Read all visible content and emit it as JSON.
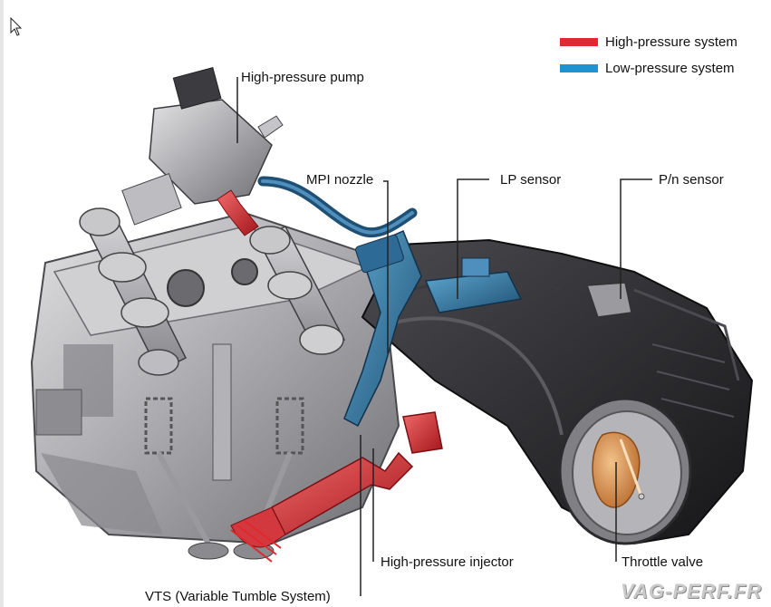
{
  "legend": {
    "high_pressure": {
      "label": "High-pressure system",
      "color": "#e0282f"
    },
    "low_pressure": {
      "label": "Low-pressure system",
      "color": "#1f93cf"
    }
  },
  "labels": {
    "high_pressure_pump": "High-pressure pump",
    "mpi_nozzle": "MPI nozzle",
    "lp_sensor": "LP sensor",
    "pn_sensor": "P/n sensor",
    "high_pressure_injector": "High-pressure injector",
    "throttle_valve": "Throttle valve",
    "vts": "VTS (Variable Tumble System)"
  },
  "watermark": "VAG-PERF.FR",
  "colors": {
    "engine_metal": "#b9b9bb",
    "intake_dark": "#2a2a2d",
    "throttle": "#d9904a"
  }
}
